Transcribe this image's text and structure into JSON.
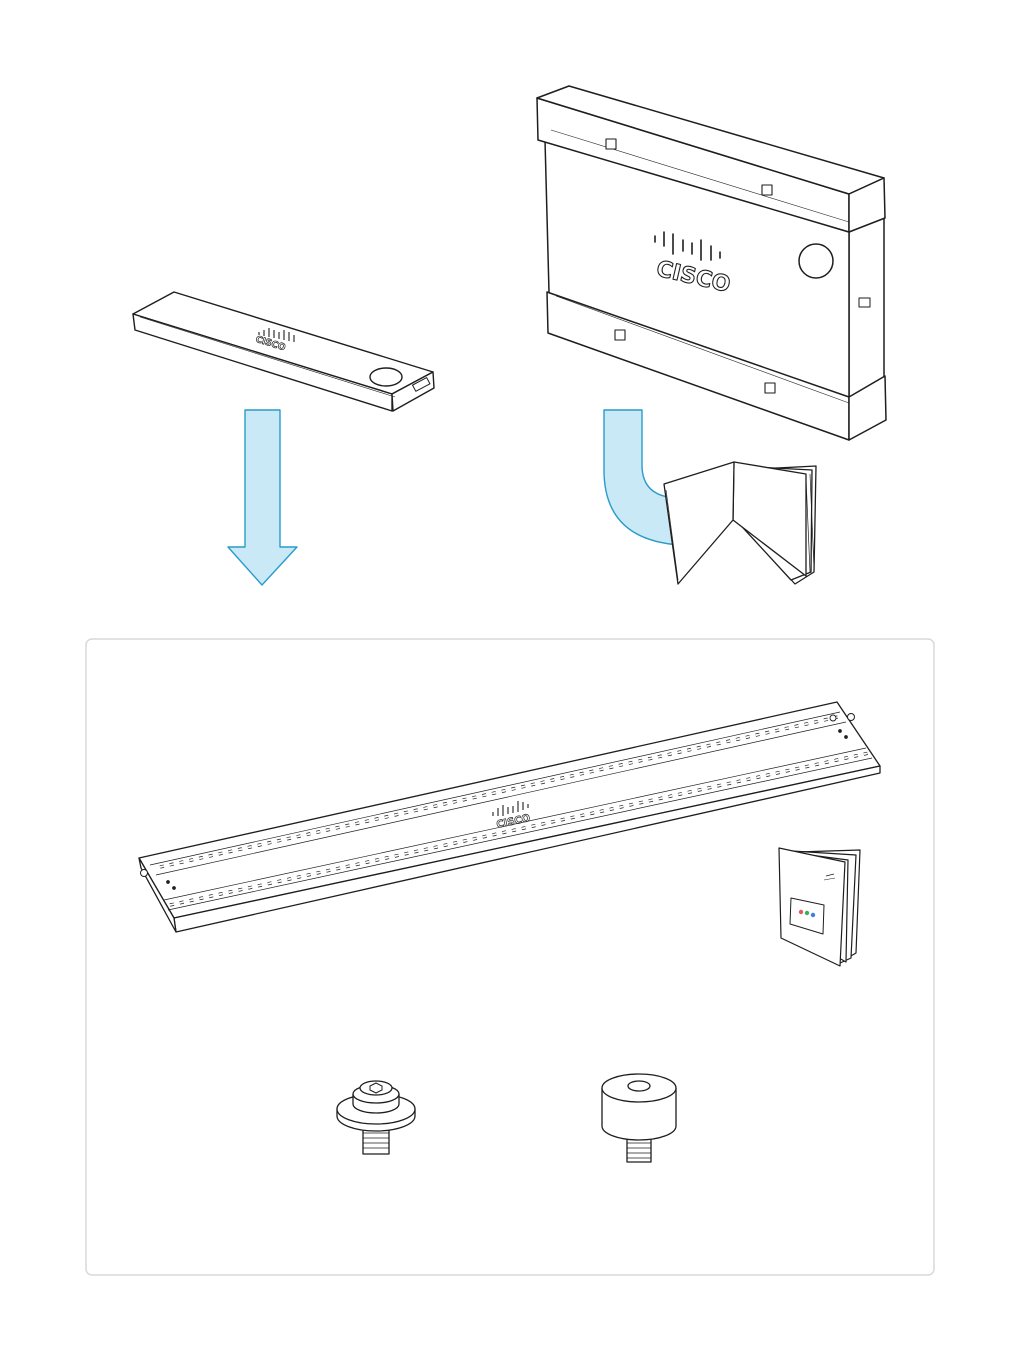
{
  "colors": {
    "arrow_fill": "#c9e9f7",
    "arrow_stroke": "#2a9cc9",
    "line": "#1e1e1e",
    "box_border": "#d8d8d8",
    "led_red": "#e35a5a",
    "led_green": "#3fae5a",
    "led_blue": "#3d7ee0"
  },
  "logos": {
    "box_brand": "CISCO",
    "bar_brand": "CISCO",
    "bracket_brand": "CISCO"
  },
  "icons": {
    "video_bar": "video-bar-device",
    "box": "shipping-box",
    "down_arrow": "down-arrow-icon",
    "curved_arrow": "curved-arrow-icon",
    "booklet": "booklet-icon",
    "bracket": "wall-mount-bracket",
    "screw_flanged": "flanged-screw",
    "screw_cap": "cap-screw"
  }
}
